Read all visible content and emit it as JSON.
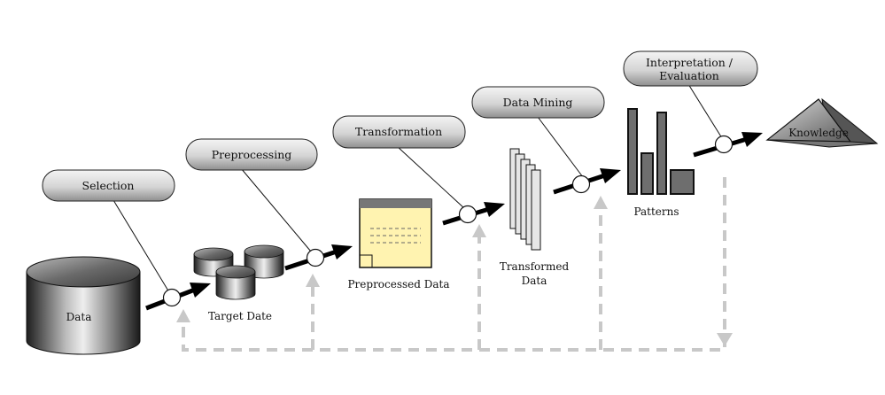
{
  "stages": [
    {
      "id": "selection",
      "label": "Selection"
    },
    {
      "id": "preprocessing",
      "label": "Preprocessing"
    },
    {
      "id": "transformation",
      "label": "Transformation"
    },
    {
      "id": "data-mining",
      "label": "Data Mining"
    },
    {
      "id": "interpretation",
      "label_line1": "Interpretation /",
      "label_line2": "Evaluation"
    }
  ],
  "artifacts": {
    "data": "Data",
    "target_data": "Target Date",
    "preprocessed_data": "Preprocessed Data",
    "transformed_data_line1": "Transformed",
    "transformed_data_line2": "Data",
    "patterns": "Patterns",
    "knowledge": "Knowledge"
  },
  "colors": {
    "pill_fill_top": "#f2f2f2",
    "pill_fill_bottom": "#9a9a9a",
    "doc_fill": "#fff3b0",
    "feedback_line": "#c8c8c8",
    "bar_fill": "#6e6e6e"
  }
}
